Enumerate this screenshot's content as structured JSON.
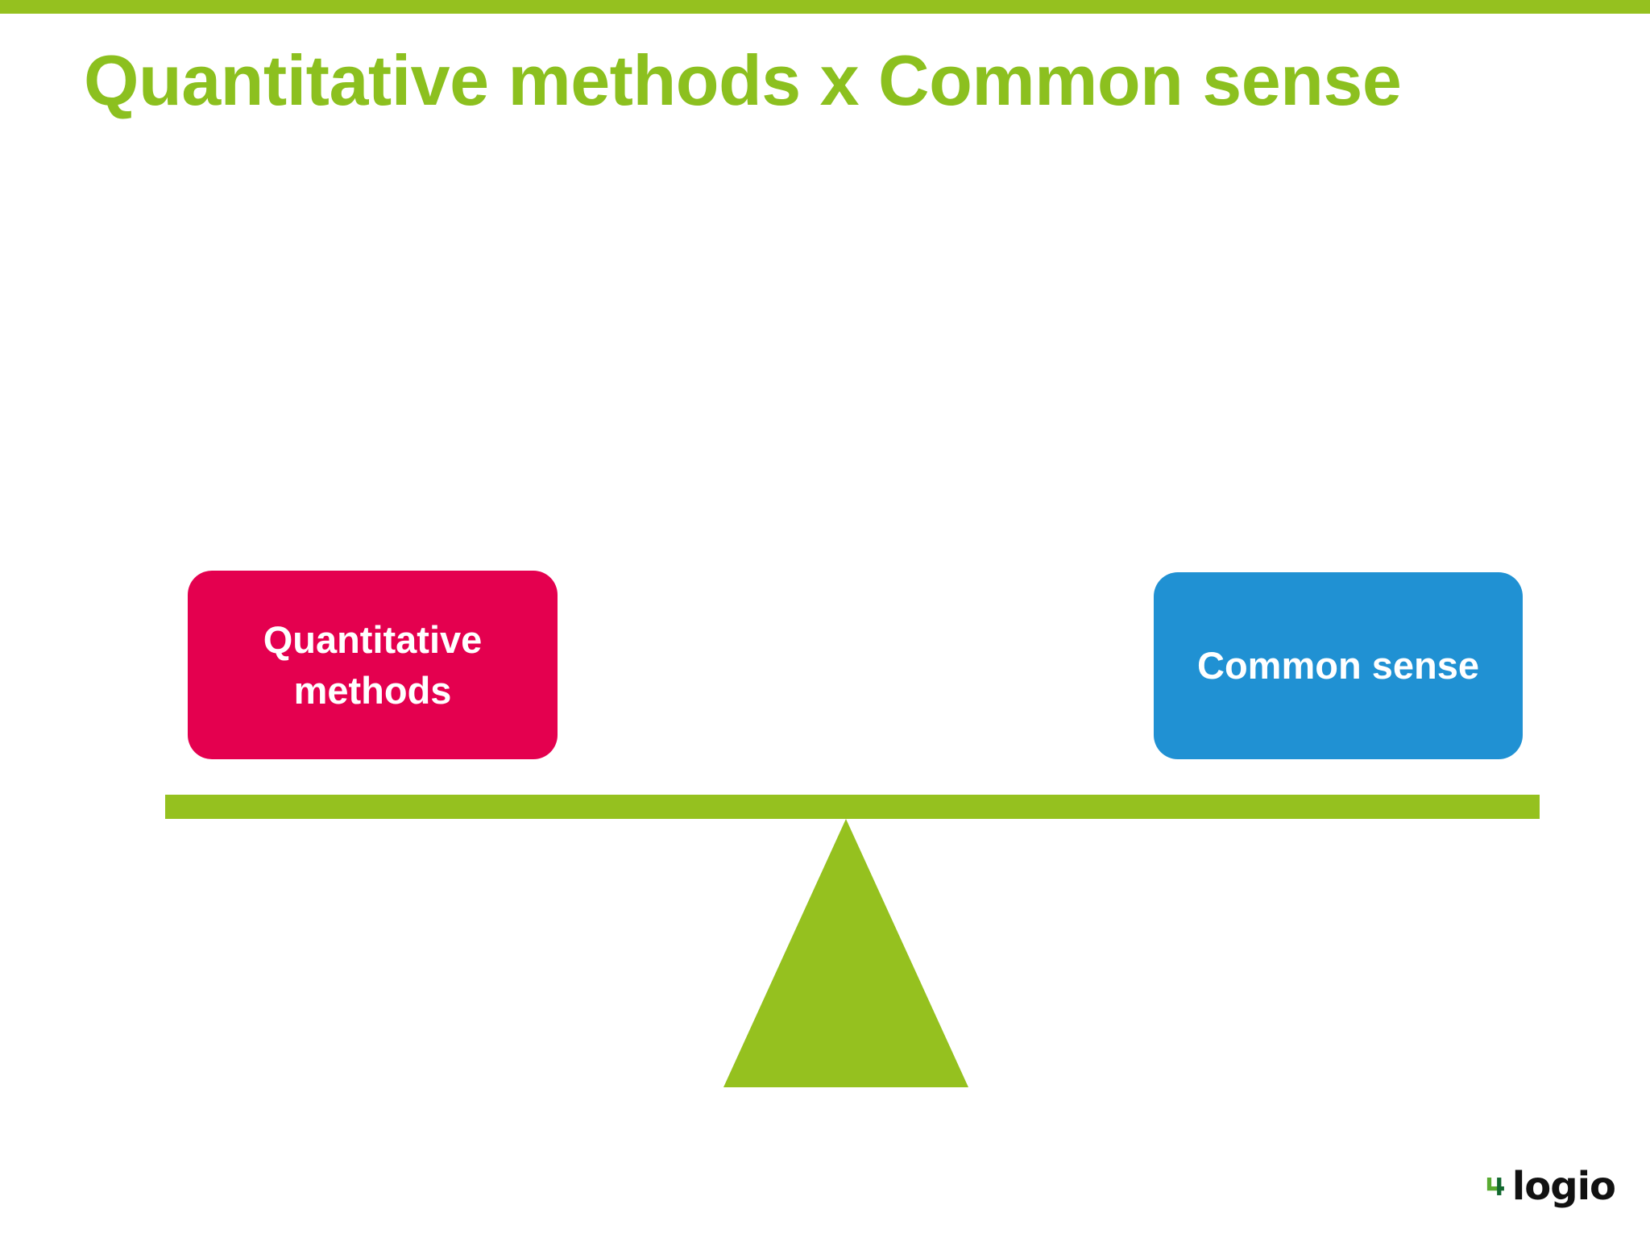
{
  "slide": {
    "title": "Quantitative methods x Common sense",
    "background_color": "#ffffff",
    "accent_bar_color": "#95c11f",
    "title_color": "#8cc01f"
  },
  "diagram": {
    "type": "balance-scale",
    "left_weight": {
      "label": "Quantitative methods",
      "color": "#e4004f",
      "text_color": "#ffffff"
    },
    "right_weight": {
      "label": "Common sense",
      "color": "#2091d3",
      "text_color": "#ffffff"
    },
    "beam": {
      "color": "#95c11f"
    },
    "fulcrum": {
      "shape": "triangle",
      "color": "#95c11f"
    }
  },
  "logo": {
    "wordmark": "logio",
    "mark_color_light": "#5aab32",
    "mark_color_dark": "#12682f",
    "wordmark_color": "#111111"
  }
}
